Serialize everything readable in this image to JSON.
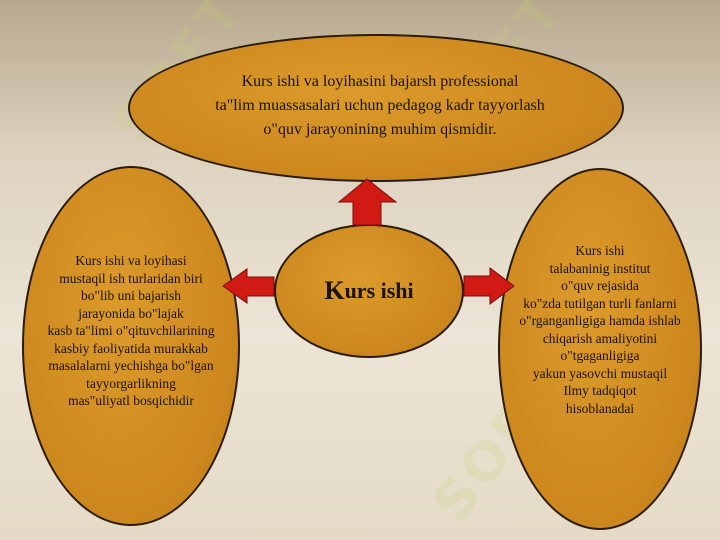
{
  "center": {
    "first_letter": "K",
    "rest": "urs ishi"
  },
  "top_oval": {
    "lines": [
      "Kurs ishi va loyihasini bajarsh professional",
      "ta\"lim muassasalari uchun pedagog kadr tayyorlash",
      "o\"quv jarayonining muhim qismidir."
    ]
  },
  "left_oval": {
    "lines": [
      "Kurs ishi va loyihasi",
      "mustaqil ish turlaridan biri",
      "bo\"lib uni bajarish",
      "jarayonida bo\"lajak",
      "kasb ta\"limi o\"qituvchilarining",
      "kasbiy faoliyatida murakkab",
      "masalalarni yechishga bo\"lgan",
      "tayyorgarlikning",
      "mas\"uliyatl bosqichidir"
    ]
  },
  "right_oval": {
    "lines": [
      "Kurs ishi",
      "talabaninig institut",
      "o\"quv rejasida",
      "ko\"zda tutilgan turli fanlarni",
      "o\"rganganligiga hamda ishlab",
      "chiqarish amaliyotini",
      "o\"tgaganligiga",
      "yakun yasovchi mustaqil",
      "Ilmy  tadqiqot",
      "hisoblanadai"
    ]
  },
  "watermark": "SOFT",
  "colors": {
    "oval_fill": "#cf8a1f",
    "arrow_fill": "#d11a14",
    "outline": "#2a1c0c"
  }
}
